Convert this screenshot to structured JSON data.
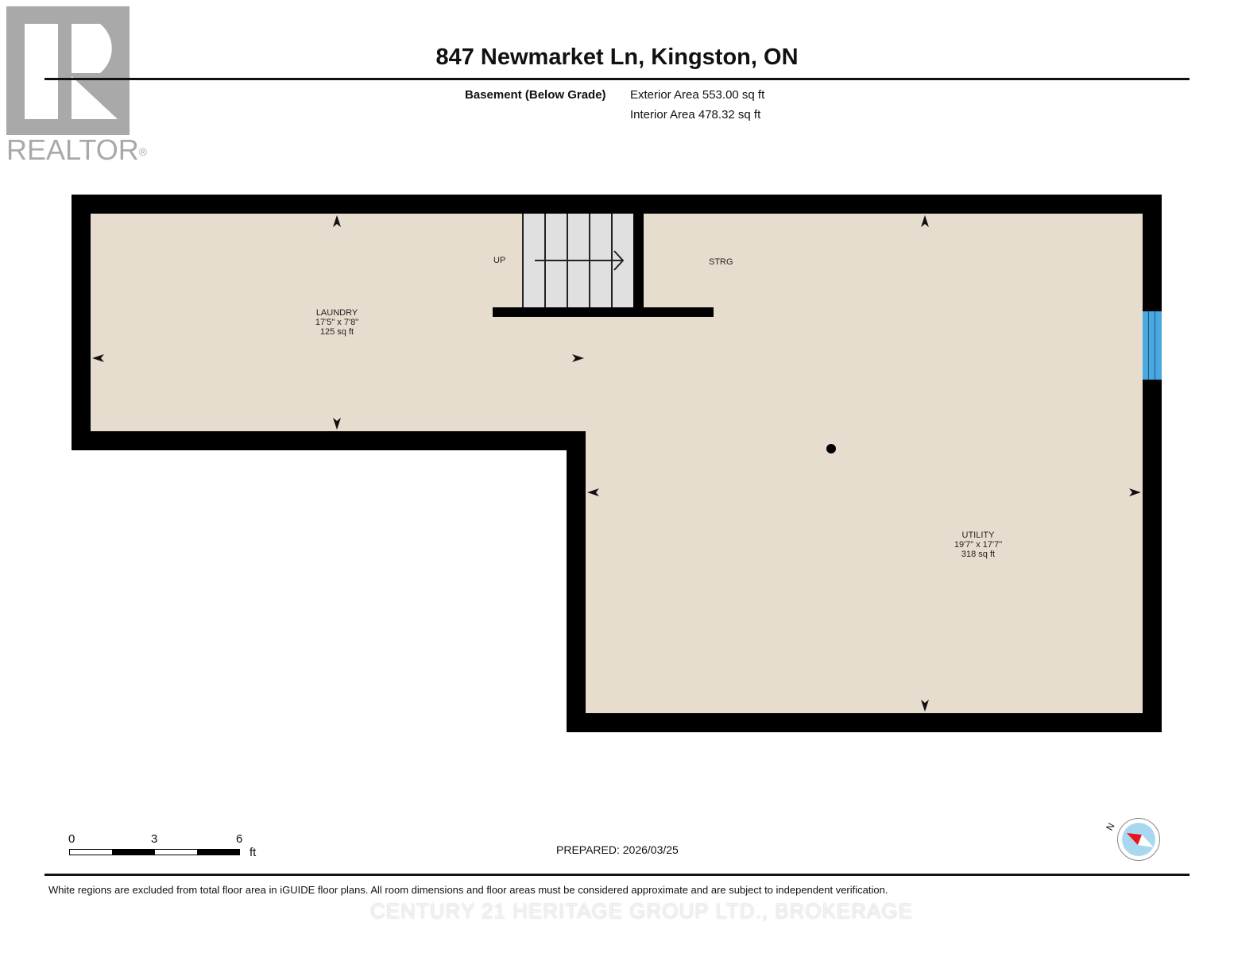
{
  "logo": {
    "text": "REALTOR",
    "mark": "®",
    "color": "#a9a9a9"
  },
  "header": {
    "title": "847 Newmarket Ln, Kingston, ON",
    "level": "Basement (Below Grade)",
    "exterior_area": "Exterior Area 553.00 sq ft",
    "interior_area": "Interior Area 478.32 sq ft"
  },
  "plan": {
    "floor_color": "#e7ddcf",
    "wall_color": "#000000",
    "window_color": "#4aa8e0",
    "rooms": [
      {
        "name": "LAUNDRY",
        "dimensions": "17'5\" x 7'8\"",
        "area": "125 sq ft"
      },
      {
        "name": "UTILITY",
        "dimensions": "19'7\" x 17'7\"",
        "area": "318 sq ft"
      }
    ],
    "labels": {
      "stairs": "UP",
      "storage": "STRG"
    }
  },
  "footer": {
    "scale": {
      "ticks": [
        "0",
        "3",
        "6"
      ],
      "unit": "ft"
    },
    "prepared": "PREPARED: 2026/03/25",
    "compass_label": "N",
    "disclaimer": "White regions are excluded from total floor area in iGUIDE floor plans. All room dimensions and floor areas must be considered approximate and are subject to independent verification.",
    "brokerage": "CENTURY 21 HERITAGE GROUP LTD., BROKERAGE"
  }
}
